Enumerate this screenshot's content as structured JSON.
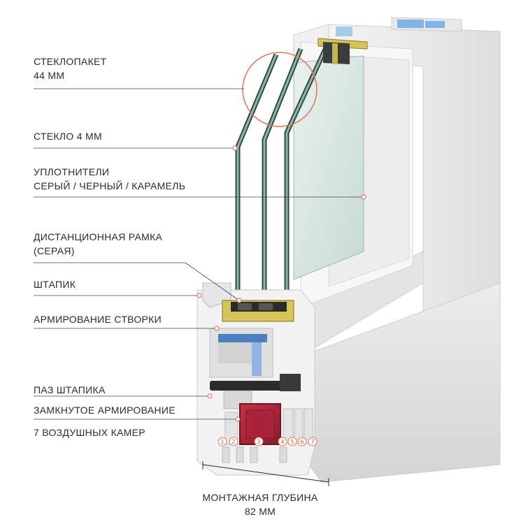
{
  "labels": [
    {
      "lines": [
        "СТЕКЛОПАКЕТ",
        "44 ММ"
      ]
    },
    {
      "lines": [
        "СТЕКЛО 4 ММ"
      ]
    },
    {
      "lines": [
        "УПЛОТНИТЕЛИ",
        "СЕРЫЙ / ЧЕРНЫЙ / КАРАМЕЛЬ"
      ]
    },
    {
      "lines": [
        "ДИСТАНЦИОННАЯ РАМКА",
        "(СЕРАЯ)"
      ]
    },
    {
      "lines": [
        "ШТАПИК"
      ]
    },
    {
      "lines": [
        "АРМИРОВАНИЕ СТВОРКИ"
      ]
    },
    {
      "lines": [
        "ПАЗ ШТАПИКА"
      ]
    },
    {
      "lines": [
        "ЗАМКНУТОЕ АРМИРОВАНИЕ"
      ]
    },
    {
      "lines": [
        "7 ВОЗДУШНЫХ КАМЕР"
      ]
    }
  ],
  "chamber_numbers": [
    "1",
    "2",
    "3",
    "4",
    "5",
    "6",
    "7"
  ],
  "depth_caption": {
    "line1": "МОНТАЖНАЯ ГЛУБИНА",
    "line2": "82 ММ"
  },
  "colors": {
    "accent": "#e07a5f",
    "text": "#2b2b2b",
    "reinforcement": "#b0263a",
    "glass": "#cfe3dc",
    "seal": "#1e1e1e",
    "caramel": "#d9c45a",
    "steel_blue": "#5a8fd0"
  }
}
